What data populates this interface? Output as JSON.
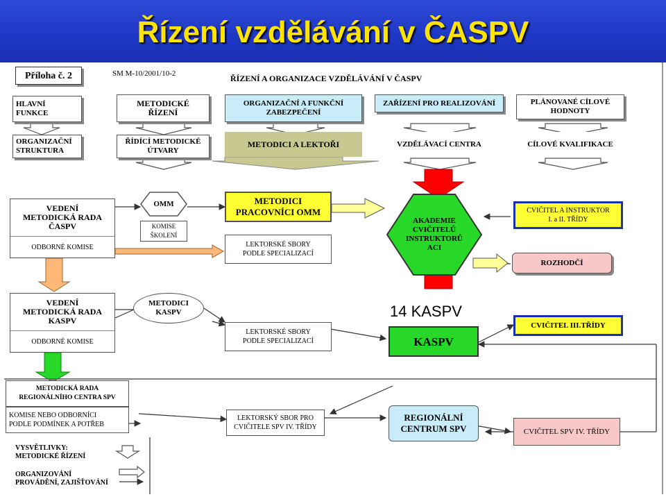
{
  "title": "Řízení vzdělávání v ČASPV",
  "header": {
    "priloha": "Příloha č. 2",
    "sm": "SM M-10/2001/10-2",
    "heading": "ŘÍZENÍ A ORGANIZACE VZDĚLÁVÁNÍ V ČASPV"
  },
  "top_row": {
    "hlavni_funkce": [
      "HLAVNÍ",
      "FUNKCE"
    ],
    "metodicke_rizeni": [
      "METODICKÉ",
      "ŘÍZENÍ"
    ],
    "organizacni": [
      "ORGANIZAČNÍ A FUNKČNÍ",
      "ZABEZPEČENÍ"
    ],
    "zarizeni": "ZAŘÍZENÍ PRO REALIZOVÁNÍ",
    "planovane": [
      "PLÁNOVANÉ CÍLOVÉ",
      "HODNOTY"
    ]
  },
  "second_row": {
    "org_struktura": [
      "ORGANIZAČNÍ",
      "STRUKTURA"
    ],
    "ridici": [
      "ŘÍDÍCÍ METODICKÉ",
      "ÚTVARY"
    ],
    "metodici_lektori": "METODICI A LEKTOŘI",
    "vzdelavaci": "VZDĚLÁVACÍ CENTRA",
    "cilove": "CÍLOVÉ KVALIFIKACE"
  },
  "caspv": {
    "vedeni": "VEDENÍ",
    "rada": "METODICKÁ RADA",
    "name": "ČASPV",
    "komise": "ODBORNÉ KOMISE",
    "omm": "OMM",
    "komise_skoleni": [
      "KOMISE",
      "ŠKOLENÍ"
    ],
    "metodici_omm": [
      "METODICI",
      "PRACOVNÍCI OMM"
    ],
    "lektorske": [
      "LEKTORSKÉ SBORY",
      "PODLE SPECIALIZACÍ"
    ],
    "akademie": [
      "AKADEMIE",
      "CVIČITELŮ",
      "INSTRUKTORŮ",
      "ACI"
    ],
    "cvicitel": [
      "CVIČITEL A INSTRUKTOR",
      "I. a II. TŘÍDY"
    ],
    "rozhodci": "ROZHODČÍ"
  },
  "kaspv": {
    "vedeni": "VEDENÍ",
    "rada": "METODICKÁ RADA",
    "name": "KASPV",
    "komise": "ODBORNÉ KOMISE",
    "metodici": [
      "METODICI",
      "KASPV"
    ],
    "lektorske": [
      "LEKTORSKÉ SBORY",
      "PODLE SPECIALIZACÍ"
    ],
    "count_label": "14 KASPV",
    "box": "KASPV",
    "cvicitel3": "CVIČITEL III.TŘÍDY"
  },
  "regional": {
    "rada": [
      "METODICKÁ RADA",
      "REGIONÁLNÍHO CENTRA SPV"
    ],
    "komise": [
      "KOMISE NEBO ODBORNÍCI",
      "PODLE PODMÍNEK A POTŘEB"
    ],
    "lektorsky": [
      "LEKTORSKÝ SBOR PRO",
      "CVIČITELE SPV IV. TŘÍDY"
    ],
    "centrum": [
      "REGIONÁLNÍ",
      "CENTRUM SPV"
    ],
    "cvicitel4": "CVIČITEL SPV IV. TŘÍDY"
  },
  "legend": {
    "title": "VYSVĚTLIVKY:",
    "item1": "METODICKÉ ŘÍZENÍ",
    "item2": [
      "ORGANIZOVÁNÍ",
      "PROVÁDĚNÍ, ZAJIŠŤOVÁNÍ"
    ]
  },
  "colors": {
    "title_text": "#ffe400",
    "yellow": "#ffff33",
    "blue": "#c8ecf8",
    "green": "#28d828",
    "olive": "#c8c890",
    "pink": "#f8c8c8",
    "red": "#ff0000",
    "orange": "#ffb878"
  }
}
